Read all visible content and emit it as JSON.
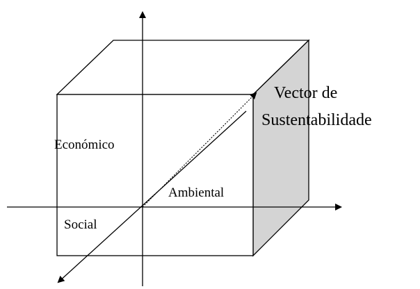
{
  "labels": {
    "economic": "Económico",
    "environmental": "Ambiental",
    "social": "Social",
    "vector_line1": "Vector de",
    "vector_line2": "Sustentabilidade"
  },
  "colors": {
    "line": "#000000",
    "side_face": "#d4d4d4",
    "front_face": "#ffffff"
  }
}
